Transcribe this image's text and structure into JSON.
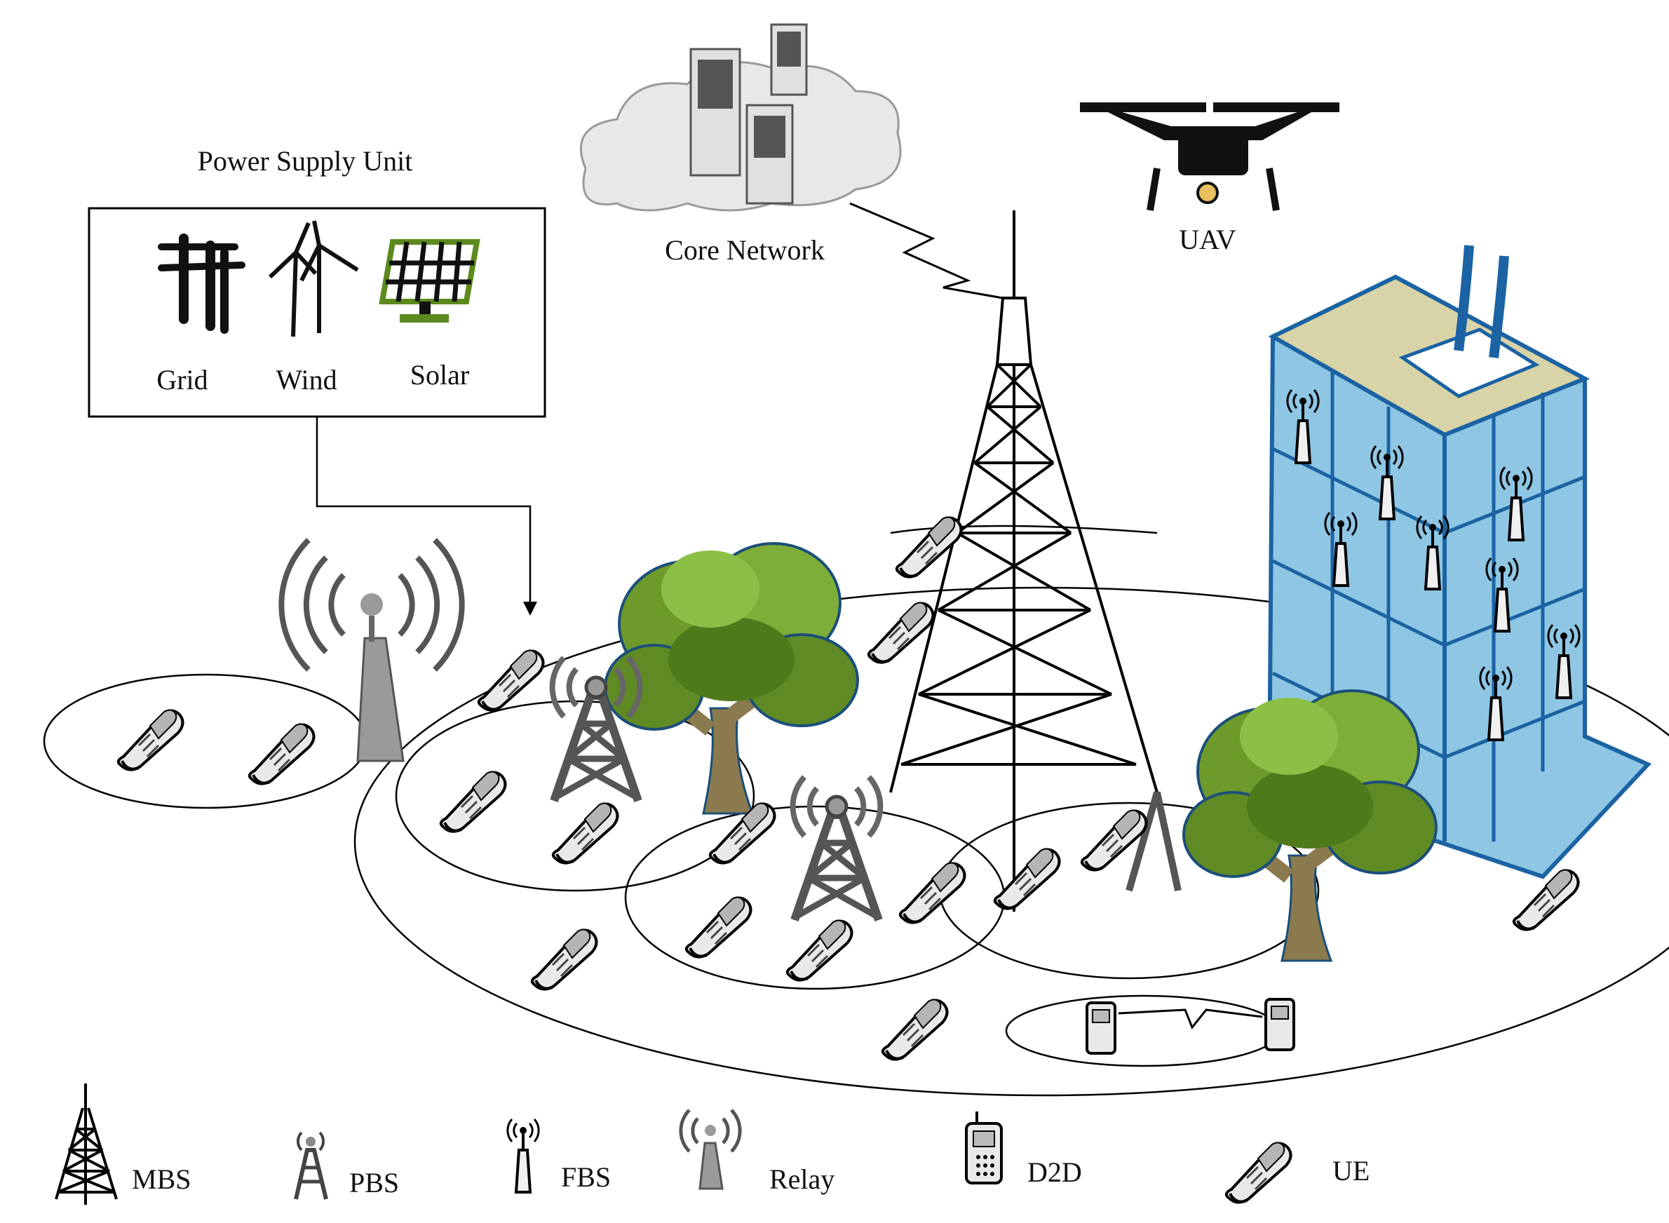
{
  "power_supply": {
    "title": "Power Supply Unit",
    "sources": [
      {
        "label": "Grid",
        "icon": "power-grid-icon"
      },
      {
        "label": "Wind",
        "icon": "wind-turbine-icon"
      },
      {
        "label": "Solar",
        "icon": "solar-panel-icon",
        "color": "#5c8a1e"
      }
    ]
  },
  "core_network": {
    "label": "Core Network",
    "icon": "server-cloud-icon"
  },
  "uav": {
    "label": "UAV",
    "icon": "drone-icon"
  },
  "legend": [
    {
      "label": "MBS",
      "icon": "macro-tower-icon"
    },
    {
      "label": "PBS",
      "icon": "pico-tower-icon"
    },
    {
      "label": "FBS",
      "icon": "femto-antenna-icon"
    },
    {
      "label": "Relay",
      "icon": "relay-antenna-icon"
    },
    {
      "label": "D2D",
      "icon": "d2d-phone-icon"
    },
    {
      "label": "UE",
      "icon": "user-equipment-icon"
    }
  ],
  "colors": {
    "tree_foliage": "#6e9a2c",
    "tree_trunk": "#8a7a4e",
    "building_glass": "#8ec6e4",
    "building_frame": "#1b63a3",
    "device_grey": "#9a9a9a"
  }
}
